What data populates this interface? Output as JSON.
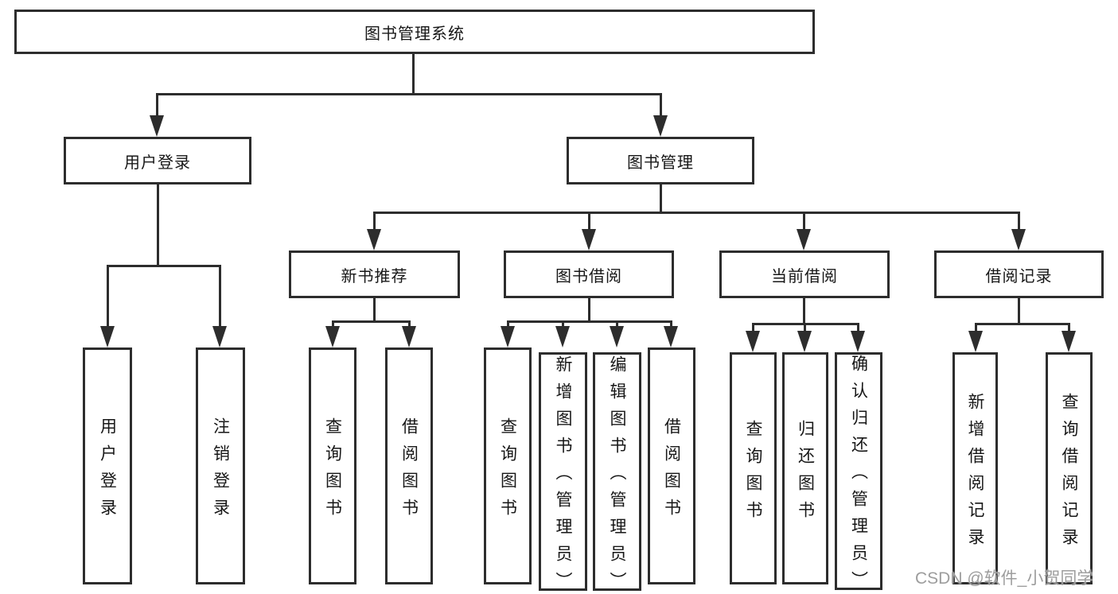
{
  "diagram": {
    "title": "图书管理系统",
    "level2": [
      {
        "label": "用户登录",
        "children": [
          "用户登录",
          "注销登录"
        ]
      },
      {
        "label": "图书管理",
        "sections": [
          {
            "label": "新书推荐",
            "children": [
              "查询图书",
              "借阅图书"
            ]
          },
          {
            "label": "图书借阅",
            "children": [
              "查询图书",
              "新增图书（管理员）",
              "编辑图书（管理员）",
              "借阅图书"
            ]
          },
          {
            "label": "当前借阅",
            "children": [
              "查询图书",
              "归还图书",
              "确认归还（管理员）"
            ]
          },
          {
            "label": "借阅记录",
            "children": [
              "新增借阅记录",
              "查询借阅记录"
            ]
          }
        ]
      }
    ]
  },
  "watermark": {
    "text": "CSDN @软件_小贺同学"
  },
  "colors": {
    "line": "#2d2d2d",
    "text": "#171717",
    "background": "#ffffff",
    "watermark": "#9d9d9d"
  }
}
